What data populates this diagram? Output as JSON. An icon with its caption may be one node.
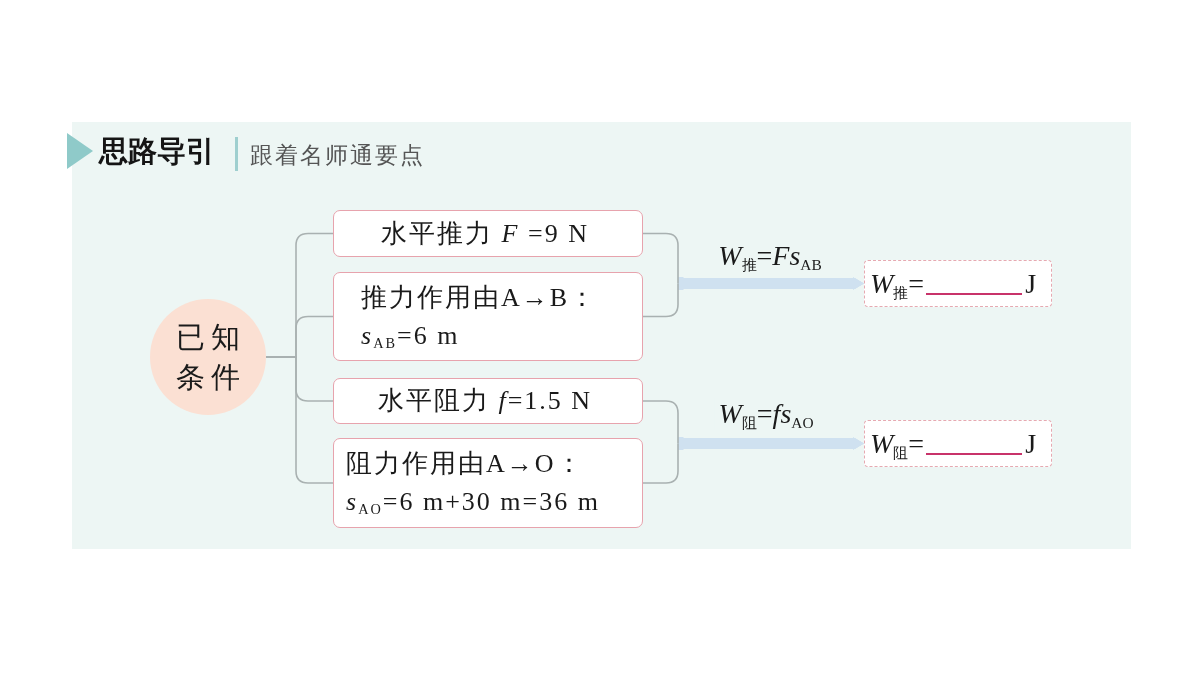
{
  "diagram": {
    "title": "思路导引",
    "nodes": [
      {
        "text": [
          "已知条件"
        ]
      },
      {
        "text": [
          "水平推力 *F* =9 N"
        ]
      },
      {
        "text": [
          "推力作用由A→B：*s*$_{AB}$=6 m"
        ]
      },
      {
        "text": [
          "水平阻力 *f*=1.5 N"
        ]
      },
      {
        "text": [
          "阻力作用由A→O：*s*$_{AO}$=6 m+30 m=36 m"
        ]
      },
      {
        "text": [
          "*W*$_{推}$=",
          "J"
        ]
      },
      {
        "text": [
          "*W*$_{阻}$=",
          "J"
        ]
      }
    ],
    "edges": [
      {
        "from": 0,
        "to": 1,
        "arrow": "none"
      },
      {
        "from": 0,
        "to": 2,
        "arrow": "none"
      },
      {
        "from": 0,
        "to": 3,
        "arrow": "none"
      },
      {
        "from": 0,
        "to": 4,
        "arrow": "none"
      },
      {
        "from": 1,
        "to": 5,
        "arrow": "to",
        "label": "*W*$_{推}$=*Fs*$_{AB}$",
        "style": "thick",
        "color": "#cfe1f0"
      },
      {
        "from": 2,
        "to": 5,
        "arrow": "to",
        "style": "thick",
        "color": "#cfe1f0"
      },
      {
        "from": 3,
        "to": 6,
        "arrow": "to",
        "label": "*W*$_{阻}$=*fs*$_{AO}$",
        "style": "thick",
        "color": "#cfe1f0"
      },
      {
        "from": 4,
        "to": 6,
        "arrow": "to",
        "style": "thick",
        "color": "#cfe1f0"
      }
    ],
    "labels": [
      "跟着名师通要点"
    ]
  }
}
